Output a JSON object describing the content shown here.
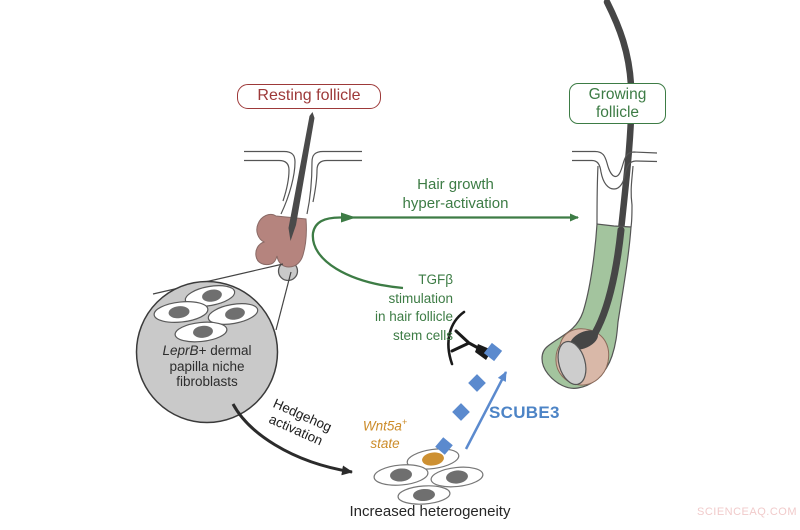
{
  "colors": {
    "green": "#3d7c45",
    "red": "#9d3939",
    "blue_text": "#4d84c6",
    "blue_ligand": "#5b8ace",
    "orange_text": "#cc8c2a",
    "orange_nucleus": "#cd9032",
    "rose_fill": "#b5847e",
    "sage_fill": "#a3c49e",
    "tan_fill": "#d9b8a8",
    "gray_fill": "#c9c9c9",
    "papilla_gray": "#cdcdcd",
    "nucleus_gray": "#6f6f6f",
    "hair_dark": "#464646",
    "watermark_pink": "#f1cbcb"
  },
  "labels": {
    "resting_follicle": "Resting follicle",
    "growing_follicle": [
      "Growing",
      "follicle"
    ],
    "hair_growth": [
      "Hair growth",
      "hyper-activation"
    ],
    "tgfb": [
      "TGFβ",
      "stimulation",
      "in hair follicle",
      "stem cells"
    ],
    "scube3": "SCUBE3",
    "wnt5a": {
      "gene": "Wnt5a",
      "sup": "+",
      "state": "state"
    },
    "hedgehog": [
      "Hedgehog",
      "activation"
    ],
    "dermal_papilla": {
      "gene": "LeprB",
      "line1_rest": "+ dermal",
      "line2": "papilla niche",
      "line3": "fibroblasts"
    },
    "increased_heterogeneity": "Increased heterogeneity",
    "watermark": "SCIENCEAQ.COM"
  }
}
